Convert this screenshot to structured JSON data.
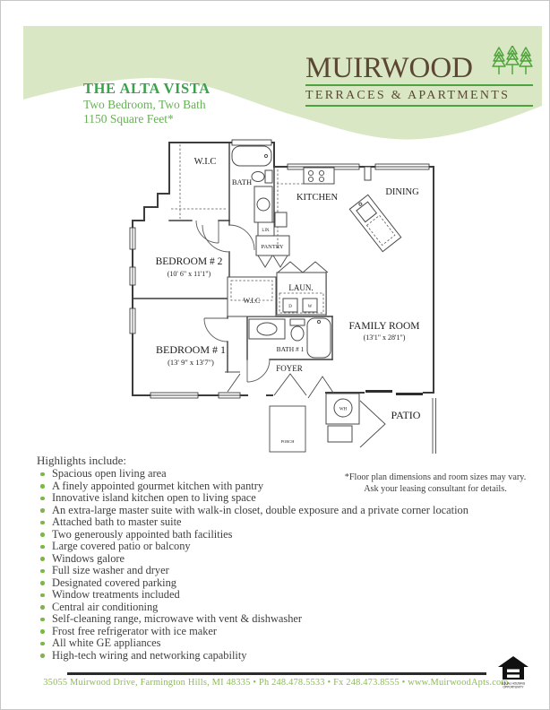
{
  "header": {
    "brand": "MUIRWOOD",
    "brand_tagline": "TERRACES & APARTMENTS",
    "plan_name": "THE ALTA VISTA",
    "plan_type": "Two Bedroom, Two Bath",
    "plan_size": "1150 Square Feet*"
  },
  "floorplan": {
    "labels": {
      "wic_master": "W.I.C",
      "bath_master": "BATH",
      "kitchen": "KITCHEN",
      "dining": "DINING",
      "linen": "LIN.",
      "pantry": "PANTRY",
      "bedroom2": "BEDROOM # 2",
      "bedroom2_dims": "(10' 6\" x 11'1\")",
      "wic2": "W.I.C",
      "laundry": "LAUN.",
      "dryer": "D",
      "washer": "W",
      "bath1": "BATH # 1",
      "foyer": "FOYER",
      "bedroom1": "BEDROOM # 1",
      "bedroom1_dims": "(13' 9\" x 13'7\")",
      "family_room": "FAMILY ROOM",
      "family_room_dims": "(13'1\" x 28'1\")",
      "water_heater": "WH",
      "patio": "PATIO",
      "porch": "PORCH"
    }
  },
  "highlights": {
    "heading": "Highlights include:",
    "items": [
      "Spacious open living area",
      "A finely appointed gourmet kitchen with pantry",
      "Innovative island kitchen open to living space",
      "An extra-large master suite with walk-in closet, double exposure and a private corner location",
      "Attached bath to master suite",
      "Two generously appointed bath facilities",
      "Large covered patio or balcony",
      "Windows galore",
      "Full size washer and dryer",
      "Designated covered parking",
      "Window treatments included",
      "Central air conditioning",
      "Self-cleaning range, microwave with vent & dishwasher",
      "Frost free refrigerator with ice maker",
      "All white GE appliances",
      "High-tech wiring and networking capability"
    ]
  },
  "disclaimer": {
    "line1": "*Floor plan dimensions and room sizes may vary.",
    "line2": "Ask your leasing consultant for details."
  },
  "footer": {
    "contact": "35055 Muirwood Drive, Farmington Hills, MI 48335 • Ph 248.478.5533 • Fx 248.473.8555 • www.MuirwoodApts.com",
    "eho_line1": "EQUAL HOUSING",
    "eho_line2": "OPPORTUNITY"
  },
  "colors": {
    "swoosh_green": "#d9e7c5",
    "brand_brown": "#5b4733",
    "accent_green": "#4ba23e",
    "title_green": "#3aa34a",
    "subtitle_green": "#68b057",
    "bullet_green": "#7cb845",
    "footer_green": "#8bbd4f",
    "plan_line": "#3c3c3c",
    "text_dark": "#3f3e3e"
  }
}
